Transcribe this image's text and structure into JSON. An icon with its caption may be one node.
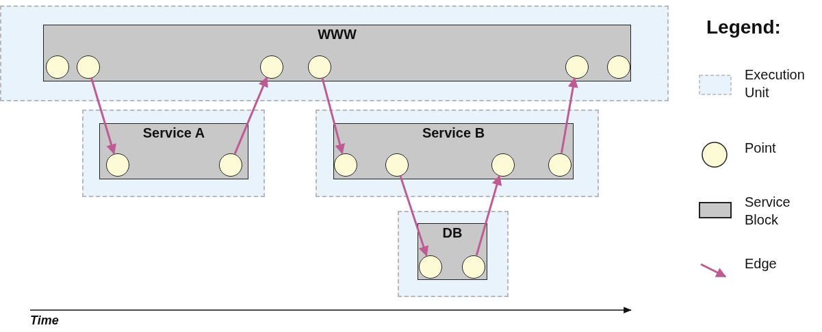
{
  "diagram": {
    "nodes": [
      {
        "text": [],
        "shape": "box"
      },
      {
        "text": [
          "WWW"
        ],
        "in": 0
      },
      {
        "text": [],
        "shape": "circle",
        "in": 1
      },
      {
        "text": [],
        "shape": "circle",
        "in": 1
      },
      {
        "text": [],
        "shape": "circle",
        "in": 1
      },
      {
        "text": [],
        "shape": "circle",
        "in": 1
      },
      {
        "text": [],
        "shape": "circle",
        "in": 1
      },
      {
        "text": [],
        "shape": "circle",
        "in": 1
      },
      {
        "text": [],
        "shape": "box"
      },
      {
        "text": [
          "Service A"
        ],
        "in": 8
      },
      {
        "text": [],
        "shape": "circle",
        "in": 9
      },
      {
        "text": [],
        "shape": "circle",
        "in": 9
      },
      {
        "text": [],
        "shape": "box"
      },
      {
        "text": [
          "Service B"
        ],
        "in": 12
      },
      {
        "text": [],
        "shape": "circle",
        "in": 13
      },
      {
        "text": [],
        "shape": "circle",
        "in": 13
      },
      {
        "text": [],
        "shape": "circle",
        "in": 13
      },
      {
        "text": [],
        "shape": "circle",
        "in": 13
      },
      {
        "text": [],
        "shape": "box"
      },
      {
        "text": [
          "DB"
        ],
        "in": 18
      },
      {
        "text": [],
        "shape": "circle",
        "in": 19
      },
      {
        "text": [],
        "shape": "circle",
        "in": 19
      }
    ],
    "edges": [
      {
        "from": 3,
        "to": 10,
        "arrow": "to"
      },
      {
        "from": 11,
        "to": 4,
        "arrow": "to"
      },
      {
        "from": 5,
        "to": 14,
        "arrow": "to"
      },
      {
        "from": 15,
        "to": 20,
        "arrow": "to"
      },
      {
        "from": 21,
        "to": 16,
        "arrow": "to"
      },
      {
        "from": 17,
        "to": 6,
        "arrow": "to"
      }
    ],
    "labels": [
      "Legend:",
      "Time"
    ],
    "legend": [
      {
        "text": "Execution Unit",
        "color": "#e8f3fb"
      },
      {
        "text": "Point",
        "color": "#fdfbd6"
      },
      {
        "text": "Service Block",
        "color": "#c8c8c8"
      },
      {
        "text": "Edge"
      }
    ]
  }
}
